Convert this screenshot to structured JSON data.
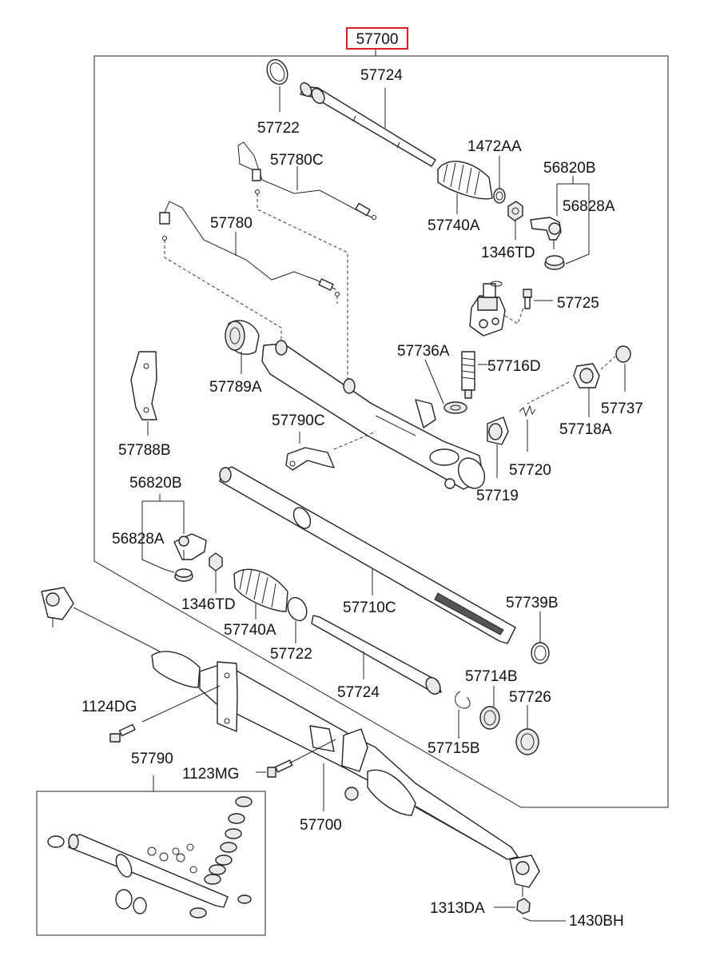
{
  "diagram": {
    "assembly_label": "57700",
    "accent_color": "#d62020",
    "labels": {
      "p57724_top": "57724",
      "p57722_top": "57722",
      "p57780C": "57780C",
      "p1472AA": "1472AA",
      "p56820B_right": "56820B",
      "p56828A_right": "56828A",
      "p57740A_top": "57740A",
      "p1346TD_top": "1346TD",
      "p57780": "57780",
      "p57725": "57725",
      "p57736A": "57736A",
      "p57716D": "57716D",
      "p57789A": "57789A",
      "p57737": "57737",
      "p57718A": "57718A",
      "p57790C": "57790C",
      "p57788B": "57788B",
      "p57720": "57720",
      "p57719": "57719",
      "p56820B_left": "56820B",
      "p56828A_left": "56828A",
      "p1346TD_mid": "1346TD",
      "p57740A_mid": "57740A",
      "p57710C": "57710C",
      "p57739B": "57739B",
      "p57722_mid": "57722",
      "p57724_mid": "57724",
      "p57714B": "57714B",
      "p57726": "57726",
      "p1124DG": "1124DG",
      "p57715B": "57715B",
      "p57790": "57790",
      "p1123MG": "1123MG",
      "p57700_bottom": "57700",
      "p1313DA": "1313DA",
      "p1430BH": "1430BH"
    }
  }
}
